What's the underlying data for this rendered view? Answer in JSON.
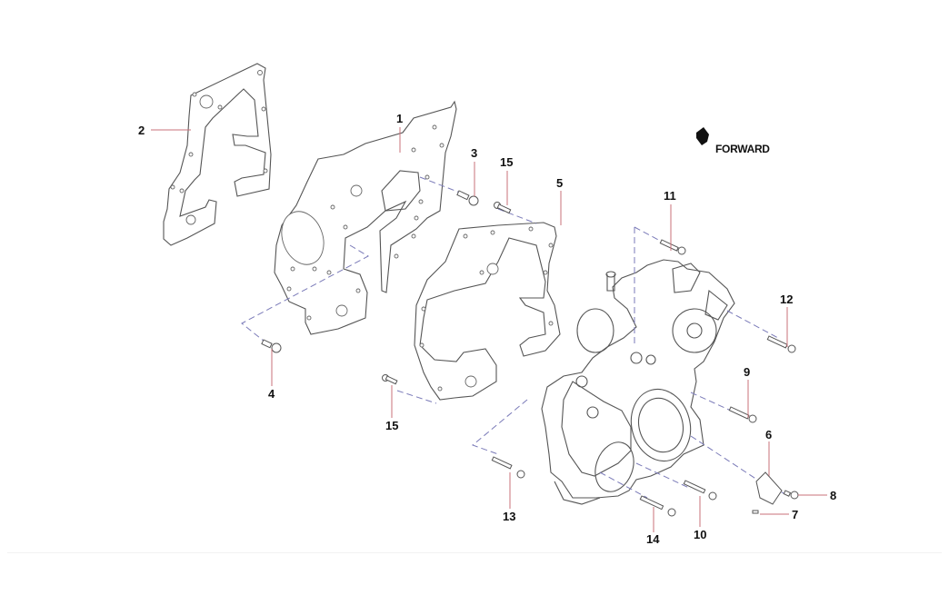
{
  "diagram": {
    "title": "Timing cover exploded view",
    "direction_label": "FORWARD",
    "direction_icon": "forward-arrow-icon",
    "callouts": [
      {
        "id": "1",
        "label": "1",
        "part": "timing-case-plate"
      },
      {
        "id": "2",
        "label": "2",
        "part": "plate-gasket"
      },
      {
        "id": "3",
        "label": "3",
        "part": "bolt"
      },
      {
        "id": "4",
        "label": "4",
        "part": "bolt"
      },
      {
        "id": "5",
        "label": "5",
        "part": "cover-gasket"
      },
      {
        "id": "6",
        "label": "6",
        "part": "bracket"
      },
      {
        "id": "7",
        "label": "7",
        "part": "pin"
      },
      {
        "id": "8",
        "label": "8",
        "part": "bolt"
      },
      {
        "id": "9",
        "label": "9",
        "part": "bolt"
      },
      {
        "id": "10",
        "label": "10",
        "part": "bolt"
      },
      {
        "id": "11",
        "label": "11",
        "part": "bolt"
      },
      {
        "id": "12",
        "label": "12",
        "part": "bolt"
      },
      {
        "id": "13",
        "label": "13",
        "part": "bolt"
      },
      {
        "id": "14",
        "label": "14",
        "part": "bolt"
      },
      {
        "id": "15a",
        "label": "15",
        "part": "stud-bolt"
      },
      {
        "id": "15b",
        "label": "15",
        "part": "stud-bolt"
      }
    ]
  }
}
